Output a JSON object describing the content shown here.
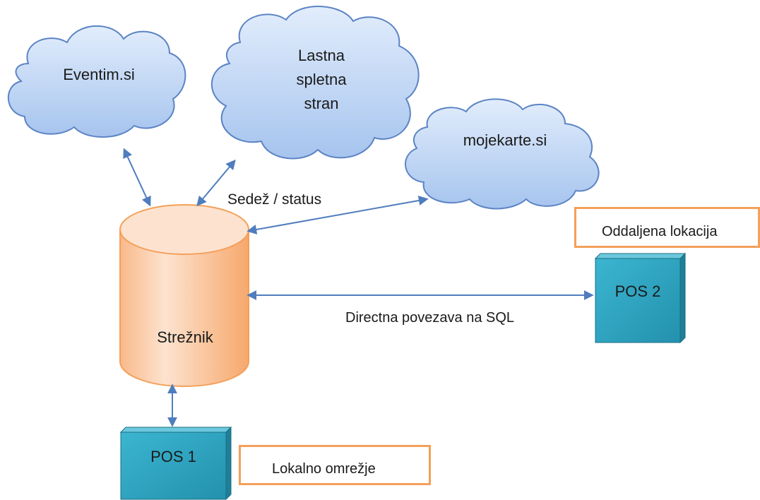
{
  "clouds": {
    "eventim": "Eventim.si",
    "own_site": [
      "Lastna",
      "spletna",
      "stran"
    ],
    "mojekarte": "mojekarte.si"
  },
  "server": {
    "label": "Strežnik"
  },
  "pos1": {
    "label": "POS 1"
  },
  "pos2": {
    "label": "POS 2"
  },
  "labels": {
    "seat_status": "Sedež / status",
    "direct_sql": "Directna povezava na SQL",
    "remote_location": "Oddaljena lokacija",
    "local_network": "Lokalno omrežje"
  },
  "colors": {
    "cloud_fill_top": "#dbe8fb",
    "cloud_fill_bottom": "#a9c6ee",
    "cloud_stroke": "#5c84c4",
    "server_fill_top": "#fde1cc",
    "server_fill_bottom": "#f8b07a",
    "server_stroke": "#f4a05a",
    "pos_fill": "#2ea3c0",
    "pos_stroke": "#1b6e84",
    "arrow": "#4f7dbd",
    "label_border": "#f4a05a"
  }
}
